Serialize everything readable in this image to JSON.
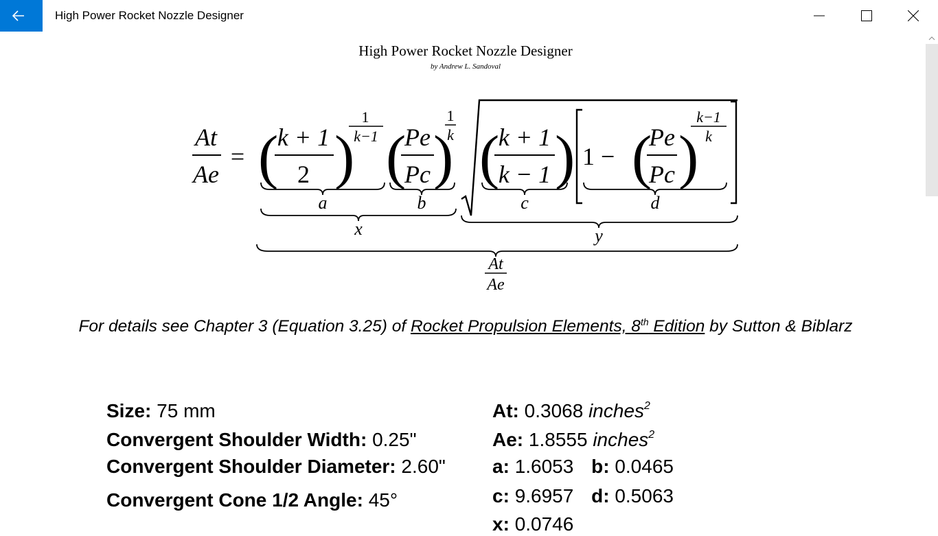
{
  "window": {
    "title": "High Power Rocket Nozzle Designer"
  },
  "header": {
    "title": "High Power Rocket Nozzle Designer",
    "author": "by Andrew L. Sandoval"
  },
  "equation": {
    "lhs_num": "At",
    "lhs_den": "Ae",
    "eq": "=",
    "a_num": "k + 1",
    "a_den": "2",
    "a_exp_num": "1",
    "a_exp_den": "k−1",
    "b_num": "Pe",
    "b_den": "Pc",
    "b_exp_num": "1",
    "b_exp_den": "k",
    "c_num": "k + 1",
    "c_den": "k − 1",
    "one_minus": "1 −",
    "d_num": "Pe",
    "d_den": "Pc",
    "d_exp_num": "k−1",
    "d_exp_den": "k",
    "label_a": "a",
    "label_b": "b",
    "label_c": "c",
    "label_d": "d",
    "label_x": "x",
    "label_y": "y",
    "result_num": "At",
    "result_den": "Ae"
  },
  "reference": {
    "prefix": "For details see Chapter 3 (Equation 3.25) of ",
    "book": "Rocket Propulsion Elements, 8",
    "book_sup": "th",
    "book_suffix": " Edition",
    "suffix": " by Sutton & Biblarz"
  },
  "params_left": {
    "size_label": "Size:",
    "size_value": "75 mm",
    "shoulder_width_label": "Convergent Shoulder Width:",
    "shoulder_width_value": "0.25\"",
    "shoulder_diameter_label": "Convergent Shoulder Diameter:",
    "shoulder_diameter_value": "2.60\"",
    "cone_angle_label": "Convergent Cone 1/2 Angle:",
    "cone_angle_value": "45°"
  },
  "params_right": {
    "at_label": "At:",
    "at_value": "0.3068",
    "at_unit": "inches",
    "at_unit_exp": "2",
    "ae_label": "Ae:",
    "ae_value": "1.8555",
    "ae_unit": "inches",
    "ae_unit_exp": "2",
    "a_label": "a:",
    "a_value": "1.6053",
    "b_label": "b:",
    "b_value": "0.0465",
    "c_label": "c:",
    "c_value": "9.6957",
    "d_label": "d:",
    "d_value": "0.5063",
    "x_label": "x:",
    "x_value": "0.0746"
  },
  "colors": {
    "accent": "#0078d7",
    "scroll_thumb": "#e6e6e6"
  },
  "icons": {
    "back": "arrow-left-icon",
    "minimize": "minimize-icon",
    "maximize": "maximize-icon",
    "close": "close-icon"
  }
}
